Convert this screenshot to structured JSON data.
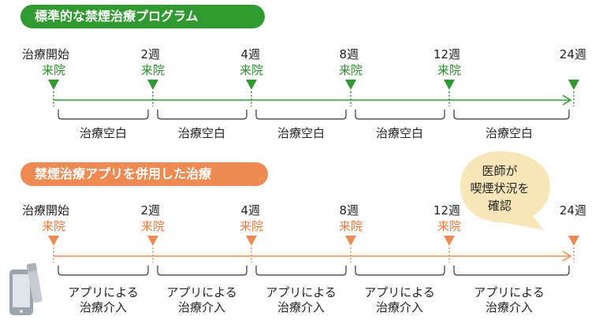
{
  "standard": {
    "title": "標準的な禁煙治療プログラム",
    "start_label": "治療開始",
    "visit_label": "来院",
    "weeks": [
      "2週",
      "4週",
      "8週",
      "12週",
      "24週"
    ],
    "gap_label": "治療空白"
  },
  "app": {
    "title": "禁煙治療アプリを併用した治療",
    "start_label": "治療開始",
    "visit_label": "来院",
    "weeks": [
      "2週",
      "4週",
      "8週",
      "12週",
      "24週"
    ],
    "intervention_lines": [
      "アプリによる",
      "治療介入"
    ]
  },
  "bubble": {
    "lines": [
      "医師が",
      "喫煙状況を",
      "確認"
    ]
  },
  "colors": {
    "green": "#2f9a2f",
    "orange": "#ef8a53",
    "bubble": "#f8e6b8",
    "phone": "#9aa4ad"
  },
  "icons": [
    "smartphone-icon",
    "cigarette-icon"
  ]
}
